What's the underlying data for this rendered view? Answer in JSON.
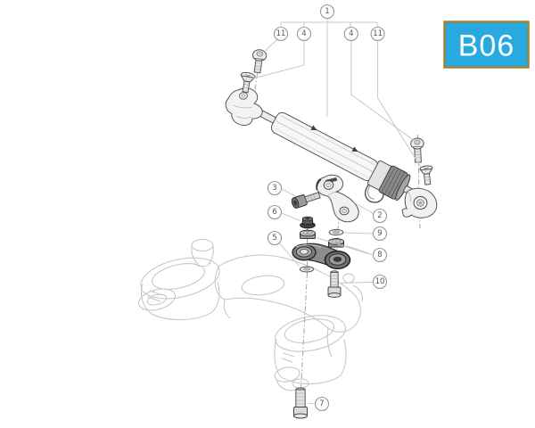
{
  "badge": {
    "label": "B06",
    "bg_color": "#29a9e1",
    "border_color": "#9c8433",
    "text_color": "#ffffff"
  },
  "callouts": [
    "1",
    "11",
    "4",
    "4",
    "11",
    "3",
    "2",
    "6",
    "9",
    "5",
    "8",
    "10",
    "7"
  ],
  "colors": {
    "background": "#ffffff",
    "leader_line": "#c8c8c8",
    "centerline_dash": "#9a9a9a",
    "part_outline": "#565656",
    "faded_assembly_line": "#c4c4c4",
    "callout_stroke": "#999999",
    "callout_text": "#555555"
  }
}
